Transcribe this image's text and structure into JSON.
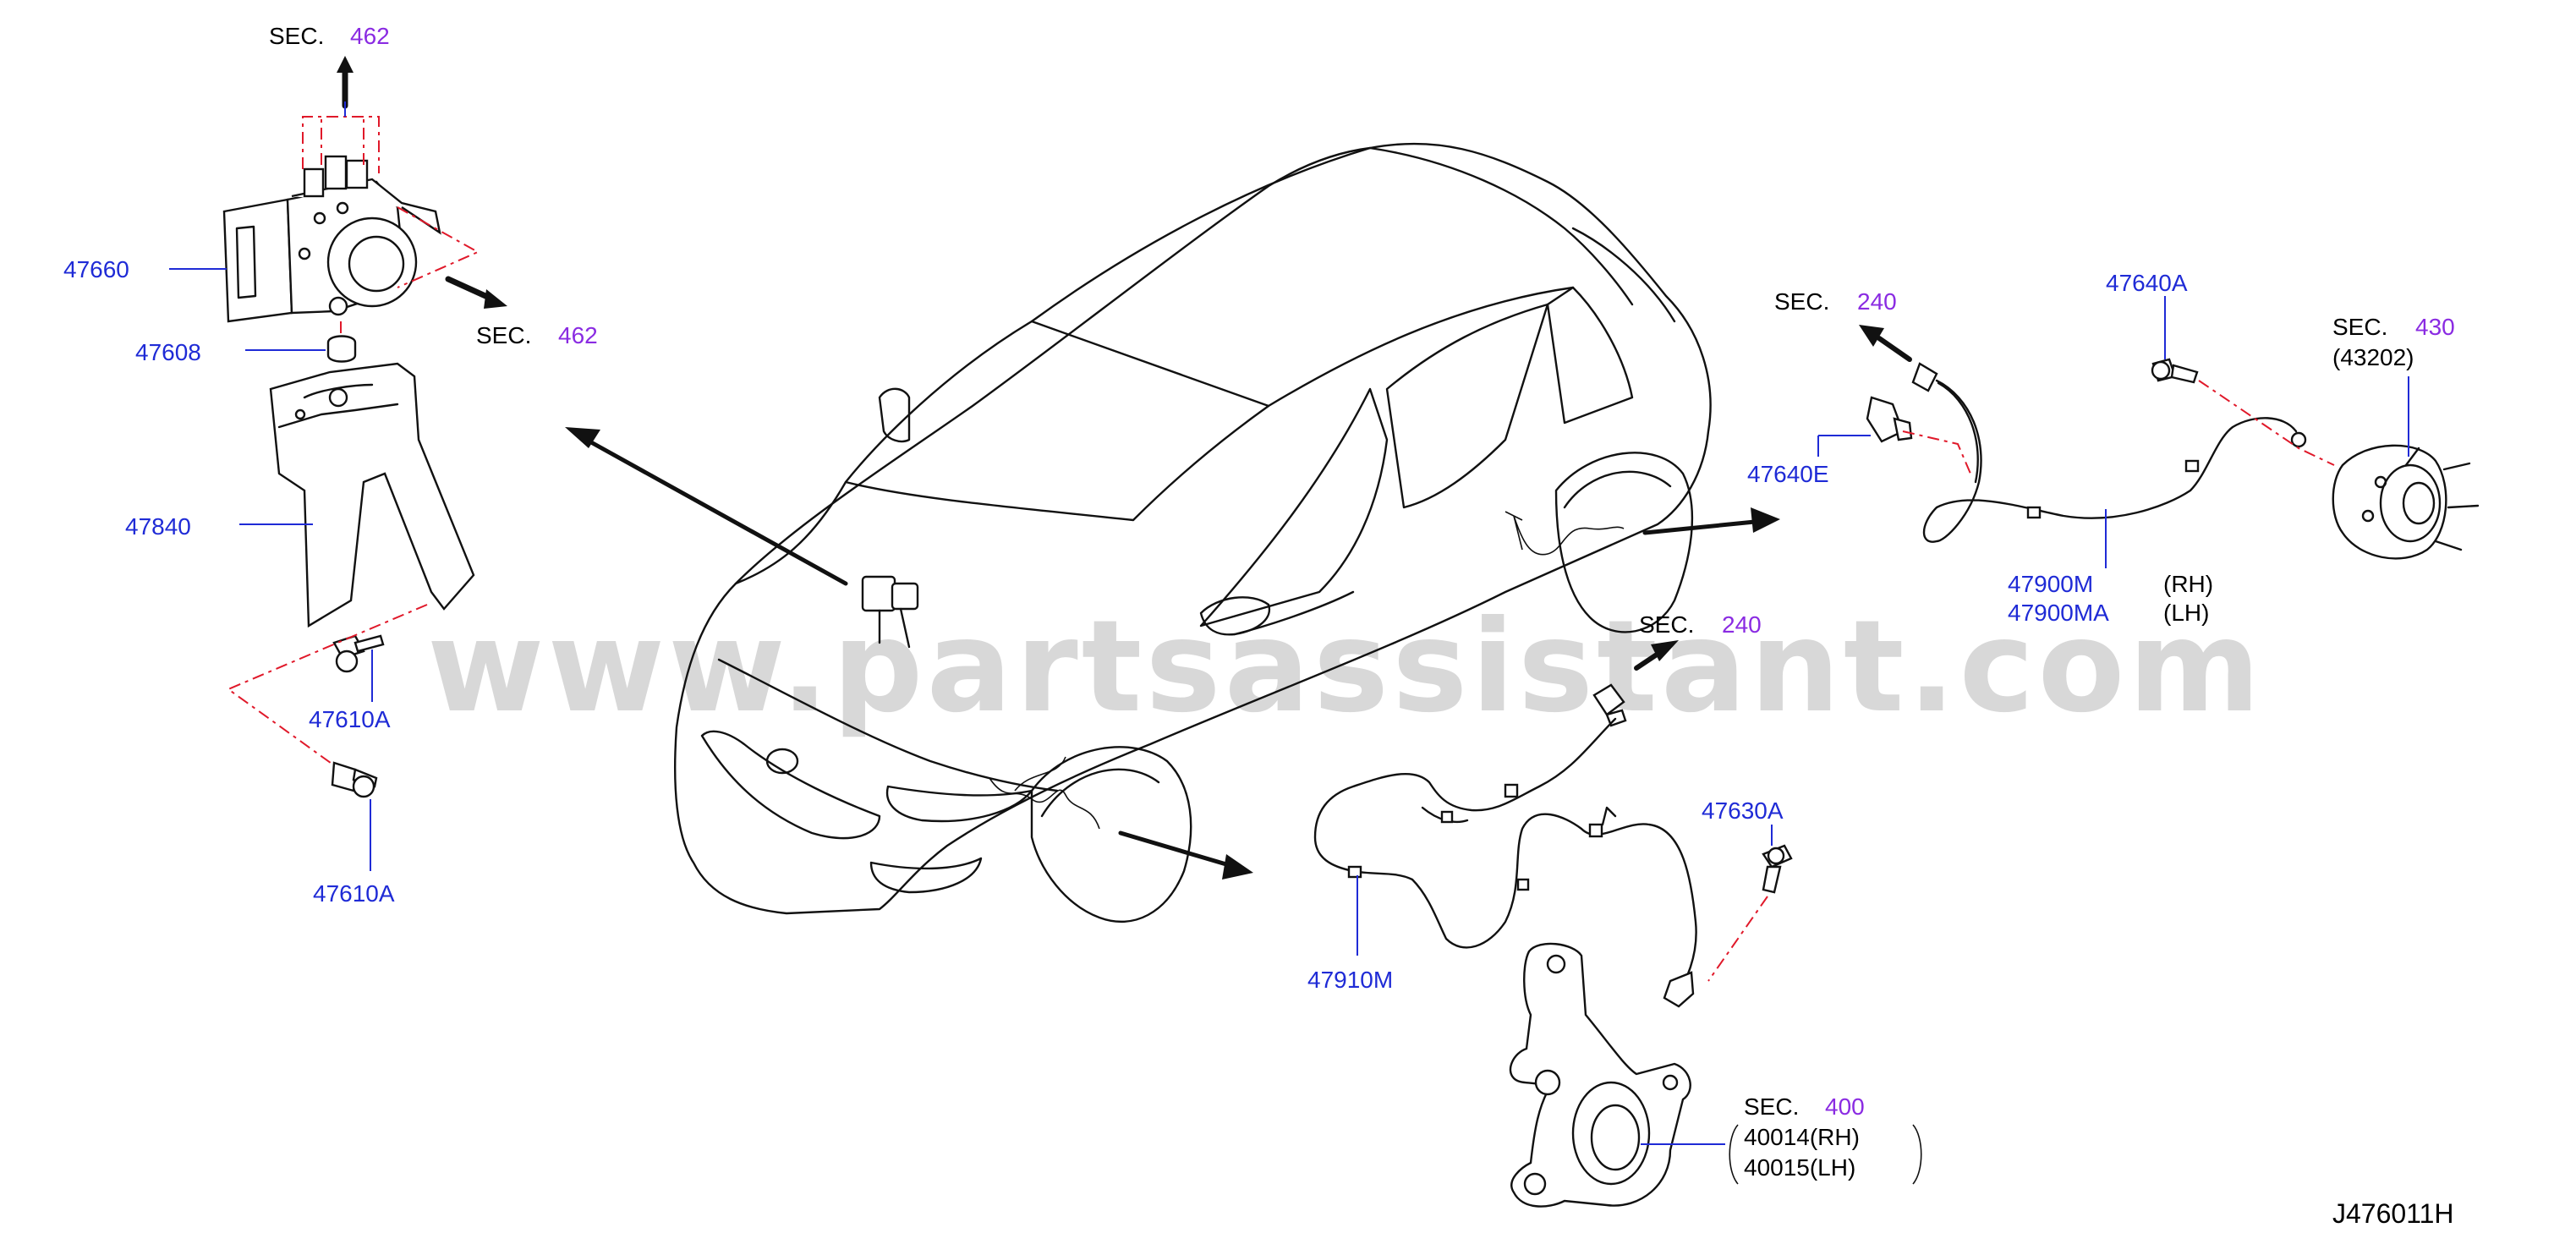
{
  "watermark": "www.partsassistant.com",
  "diagram_code": "J476011H",
  "sec_prefix": "SEC.",
  "parts": {
    "p47660": "47660",
    "p47608": "47608",
    "p47840": "47840",
    "p47610a_1": "47610A",
    "p47610a_2": "47610A",
    "p47640a": "47640A",
    "p47640e": "47640E",
    "p47900m": "47900M",
    "p47900ma": "47900MA",
    "p47630a": "47630A",
    "p47910m": "47910M"
  },
  "sides": {
    "rh": "(RH)",
    "lh": "(LH)"
  },
  "sections": {
    "s462_top": "462",
    "s462_mid": "462",
    "s240_top": "240",
    "s430": "430",
    "s43202": "(43202)",
    "s240_mid": "240",
    "s400": "400",
    "s40014": "40014(RH)",
    "s40015": "40015(LH)"
  },
  "colors": {
    "part_number": "#1f2bd6",
    "section_number": "#8a2be2",
    "leader_dash": "#e0192a",
    "watermark": "#d8d8d8"
  }
}
